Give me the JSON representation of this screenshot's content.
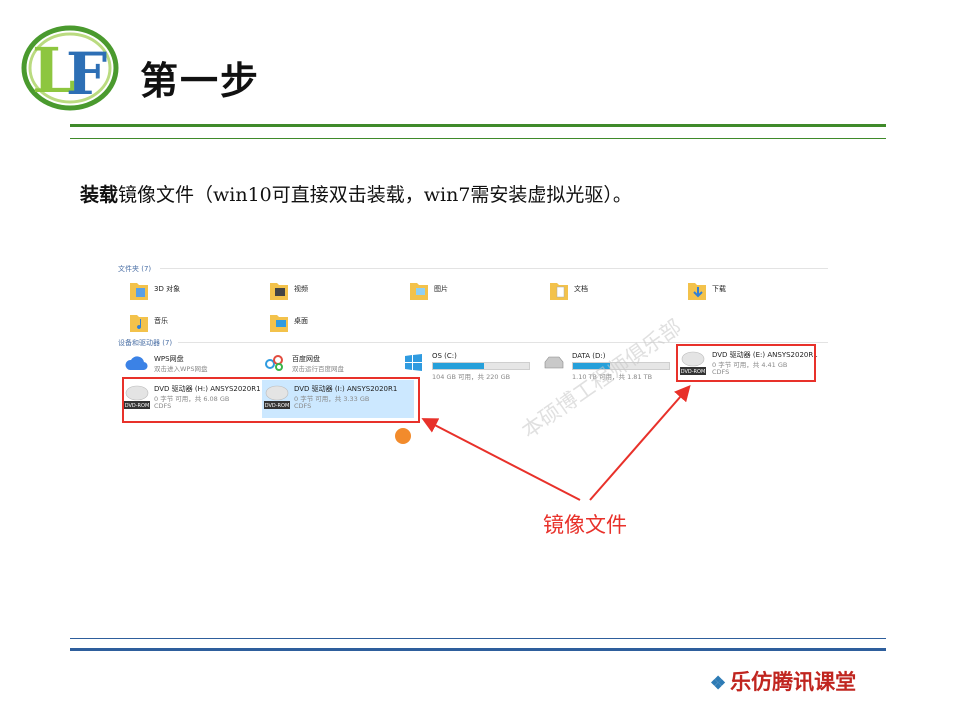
{
  "slide": {
    "title": "第一步",
    "instruction_bold": "装载",
    "instruction_rest": "镜像文件（win10可直接双击装载，win7需安装虚拟光驱）。",
    "footer_brand": "乐仿腾讯课堂",
    "logo_letters": "LF"
  },
  "explorer": {
    "folders_header": "文件夹 (7)",
    "folders": [
      {
        "label": "3D 对象",
        "icon": "3d-objects-folder-icon"
      },
      {
        "label": "视频",
        "icon": "videos-folder-icon"
      },
      {
        "label": "图片",
        "icon": "pictures-folder-icon"
      },
      {
        "label": "文档",
        "icon": "documents-folder-icon"
      },
      {
        "label": "下载",
        "icon": "downloads-folder-icon"
      },
      {
        "label": "音乐",
        "icon": "music-folder-icon"
      },
      {
        "label": "桌面",
        "icon": "desktop-folder-icon"
      }
    ],
    "devices_header": "设备和驱动器 (7)",
    "wps": {
      "name": "WPS网盘",
      "sub": "双击进入WPS网盘"
    },
    "baidu": {
      "name": "百度网盘",
      "sub": "双击运行百度网盘"
    },
    "drive_c": {
      "name": "OS (C:)",
      "space": "104 GB 可用，共 220 GB",
      "used_fraction": 0.53
    },
    "drive_d": {
      "name": "DATA (D:)",
      "space": "1.10 TB 可用，共 1.81 TB",
      "used_fraction": 0.39
    },
    "drive_e": {
      "name": "DVD 驱动器 (E:) ANSYS2020R1",
      "space": "0 字节 可用，共 4.41 GB",
      "fs": "CDFS"
    },
    "drive_h": {
      "name": "DVD 驱动器 (H:) ANSYS2020R1",
      "space": "0 字节 可用，共 6.08 GB",
      "fs": "CDFS"
    },
    "drive_i": {
      "name": "DVD 驱动器 (I:) ANSYS2020R1",
      "space": "0 字节 可用，共 3.33 GB",
      "fs": "CDFS"
    },
    "dvd_badge": "DVD-ROM"
  },
  "annotation": {
    "label": "镜像文件",
    "watermark": "本硕博工程师俱乐部",
    "color": "#e8312a"
  }
}
